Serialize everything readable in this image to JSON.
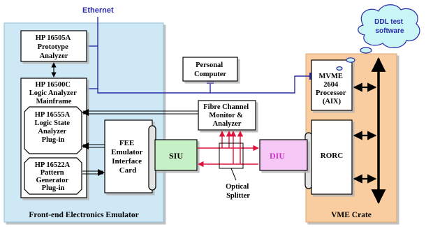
{
  "network": {
    "label": "Ethernet"
  },
  "software": {
    "line1": "DDL test",
    "line2": "software"
  },
  "panels": {
    "left": {
      "label": "Front-end Electronics Emulator"
    },
    "right": {
      "label": "VME Crate"
    }
  },
  "boxes": {
    "prototype_analyzer": {
      "line1": "HP 16505A",
      "line2": "Prototype",
      "line3": "Analyzer"
    },
    "logic_mainframe": {
      "line1": "HP 16500C",
      "line2": "Logic Analyzer",
      "line3": "Mainframe"
    },
    "logic_state_plugin": {
      "line1": "HP 16555A",
      "line2": "Logic State",
      "line3": "Analyzer",
      "line4": "Plug-in"
    },
    "pattern_gen_plugin": {
      "line1": "HP 16522A",
      "line2": "Pattern",
      "line3": "Generator",
      "line4": "Plug-in"
    },
    "fee_card": {
      "line1": "FEE",
      "line2": "Emulator",
      "line3": "Interface",
      "line4": "Card"
    },
    "personal_computer": {
      "line1": "Personal",
      "line2": "Computer"
    },
    "fibre_monitor": {
      "line1": "Fibre Channel",
      "line2": "Monitor &",
      "line3": "Analyzer"
    },
    "siu": {
      "label": "SIU"
    },
    "diu": {
      "label": "DIU"
    },
    "optical_splitter": {
      "line1": "Optical",
      "line2": "Splitter"
    },
    "mvme_processor": {
      "line1": "MVME",
      "line2": "2604",
      "line3": "Processor",
      "line4": "(AIX)"
    },
    "rorc": {
      "label": "RORC"
    }
  },
  "colors": {
    "left_panel": "#cfe8f6",
    "right_panel": "#f9cd9f",
    "siu": "#c6f0c6",
    "diu": "#f5c8f5",
    "diu_text": "#cc33cc",
    "network_line": "#2a2aa8",
    "fibre": "#e0103a",
    "cloud": "#c9f5f7",
    "cloud_border": "#2a2aa8"
  }
}
